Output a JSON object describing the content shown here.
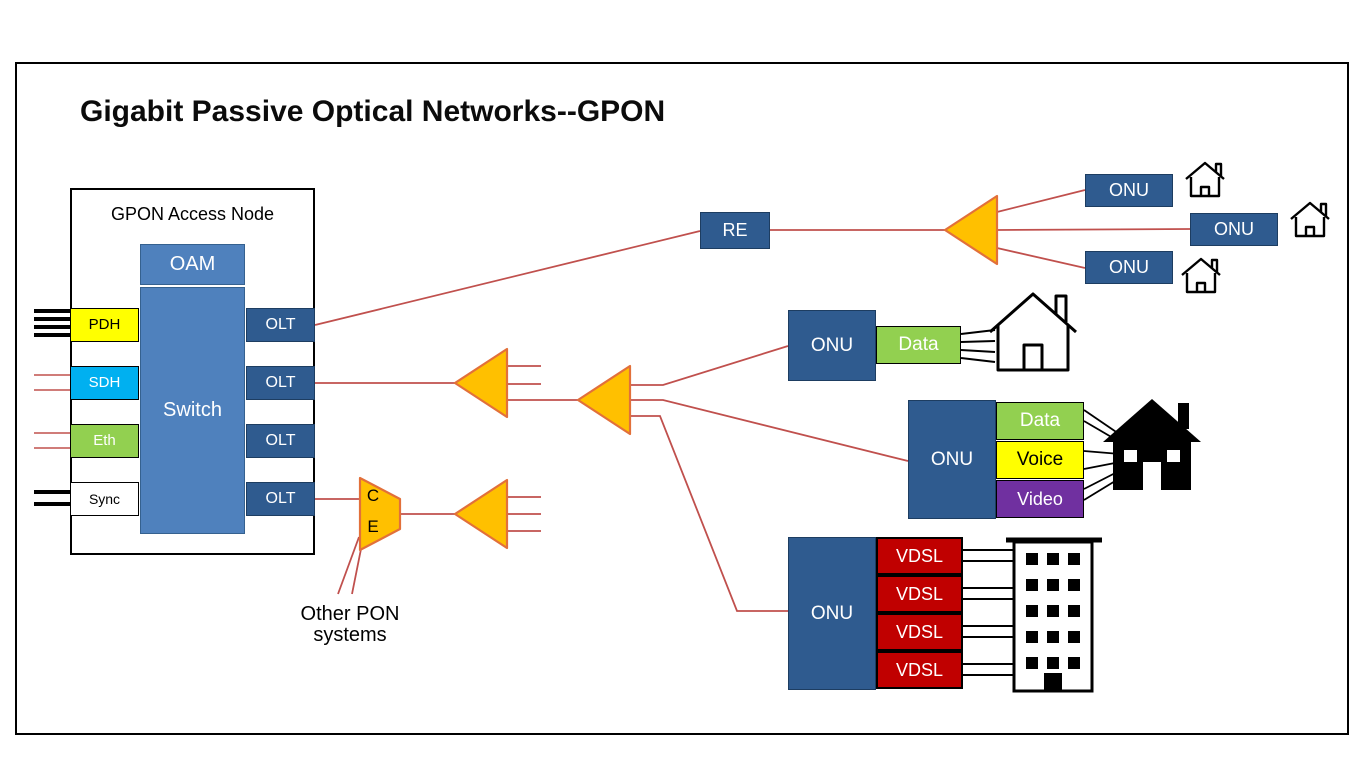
{
  "title": "Gigabit Passive Optical Networks--GPON",
  "access_node": {
    "label": "GPON Access Node",
    "oam_label": "OAM",
    "switch_label": "Switch",
    "inputs": [
      {
        "label": "PDH"
      },
      {
        "label": "SDH"
      },
      {
        "label": "Eth"
      },
      {
        "label": "Sync"
      }
    ],
    "olts": [
      {
        "label": "OLT"
      },
      {
        "label": "OLT"
      },
      {
        "label": "OLT"
      },
      {
        "label": "OLT"
      }
    ]
  },
  "reach_extender": {
    "label": "RE"
  },
  "top_onus": [
    {
      "label": "ONU"
    },
    {
      "label": "ONU"
    },
    {
      "label": "ONU"
    }
  ],
  "single_family": {
    "onu_label": "ONU",
    "service_label": "Data"
  },
  "triple_play": {
    "onu_label": "ONU",
    "services": [
      {
        "label": "Data"
      },
      {
        "label": "Voice"
      },
      {
        "label": "Video"
      }
    ]
  },
  "mdu": {
    "onu_label": "ONU",
    "ports": [
      {
        "label": "VDSL"
      },
      {
        "label": "VDSL"
      },
      {
        "label": "VDSL"
      },
      {
        "label": "VDSL"
      }
    ]
  },
  "coexistence_element": {
    "c": "C",
    "e": "E"
  },
  "other_pon_label": {
    "line1": "Other PON",
    "line2": "systems"
  },
  "colors": {
    "dark_blue": "#2F5B8F",
    "mid_blue": "#4F81BD",
    "line_red": "#C0504D",
    "splitter_fill": "#FFC000",
    "splitter_stroke": "#E2703A",
    "data_green": "#92D050",
    "voice_yellow": "#FFFF00",
    "video_purple": "#7030A0",
    "vdsl_red": "#C00000",
    "pdh_yellow": "#FFFF00",
    "sdh_cyan": "#00B0F0",
    "eth_green": "#92D050"
  }
}
